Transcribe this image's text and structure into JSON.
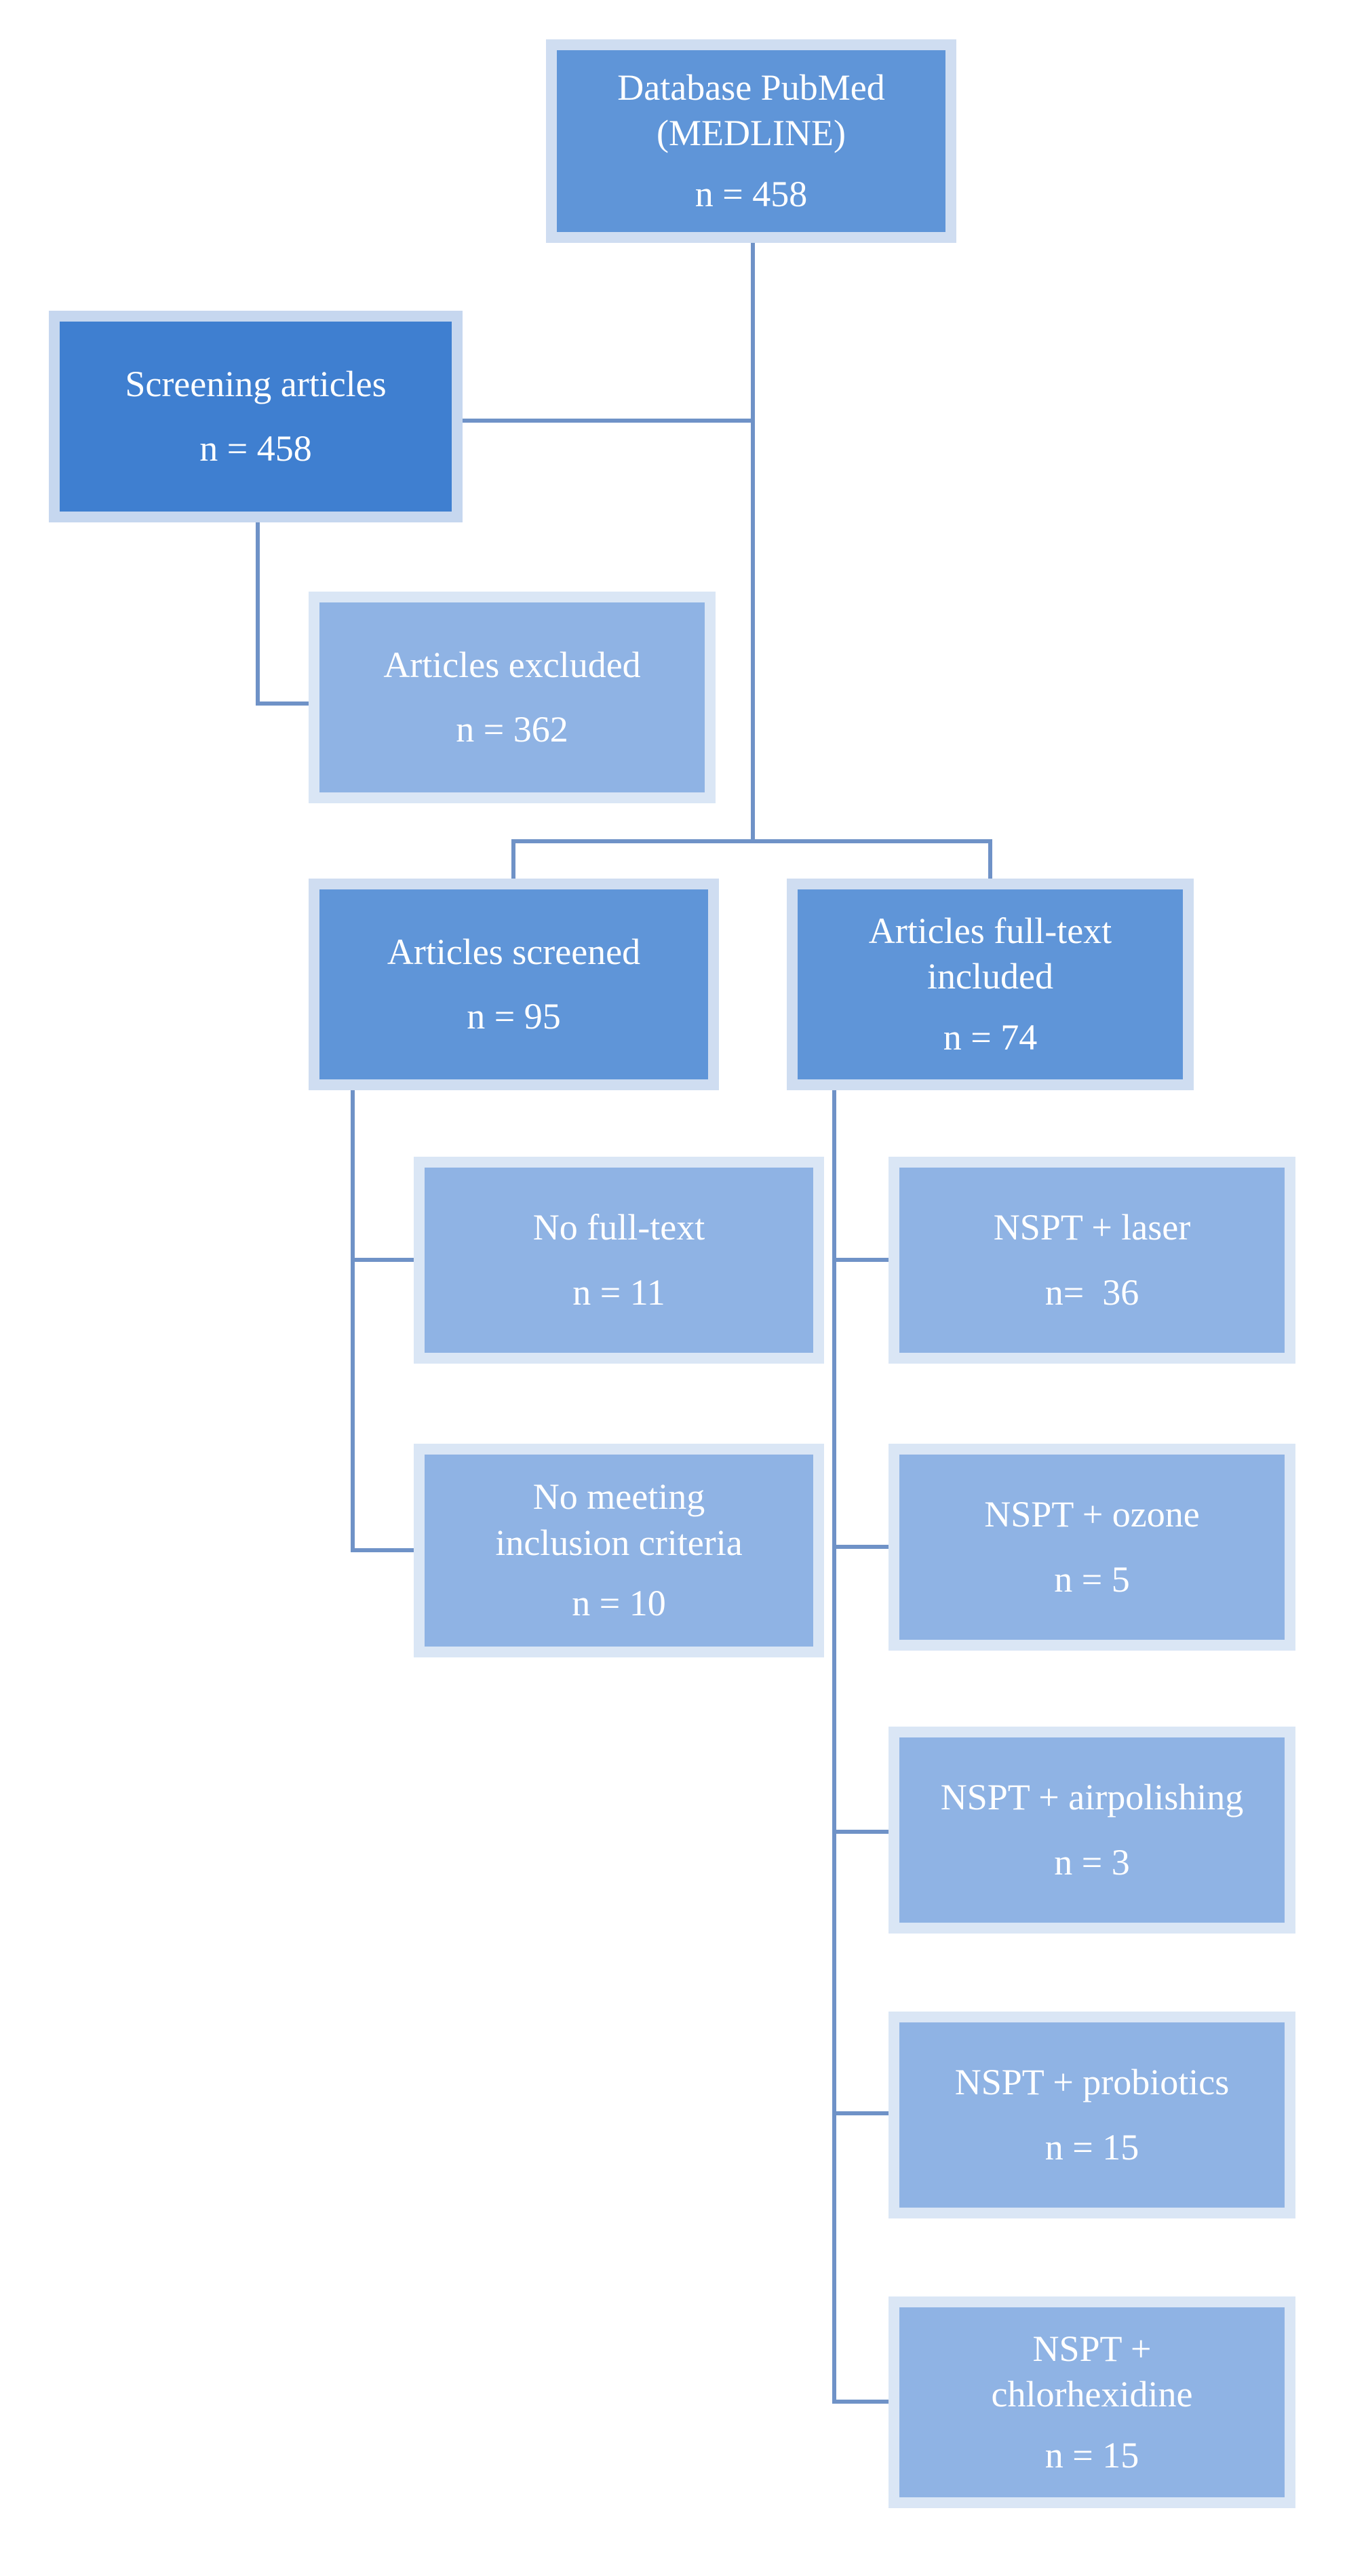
{
  "colors": {
    "connector": "#6f92c7",
    "dark_box": "#3f7fd0",
    "mid_box": "#5f95d8",
    "light_box": "#8fb3e4"
  },
  "nodes": {
    "database": {
      "label": "Database PubMed\n(MEDLINE)",
      "count": "n = 458"
    },
    "screening": {
      "label": "Screening articles",
      "count": "n = 458"
    },
    "excluded": {
      "label": "Articles excluded",
      "count": "n = 362"
    },
    "screened": {
      "label": "Articles screened",
      "count": "n = 95"
    },
    "fulltext": {
      "label": "Articles full-text\nincluded",
      "count": "n = 74"
    },
    "no_fulltext": {
      "label": "No full-text",
      "count": "n = 11"
    },
    "no_criteria": {
      "label": "No meeting\ninclusion criteria",
      "count": "n = 10"
    },
    "laser": {
      "label": "NSPT + laser",
      "count": "n=  36"
    },
    "ozone": {
      "label": "NSPT + ozone",
      "count": "n = 5"
    },
    "airpolishing": {
      "label": "NSPT + airpolishing",
      "count": "n = 3"
    },
    "probiotics": {
      "label": "NSPT + probiotics",
      "count": "n = 15"
    },
    "chlorhexidine": {
      "label": "NSPT +\nchlorhexidine",
      "count": "n = 15"
    }
  }
}
